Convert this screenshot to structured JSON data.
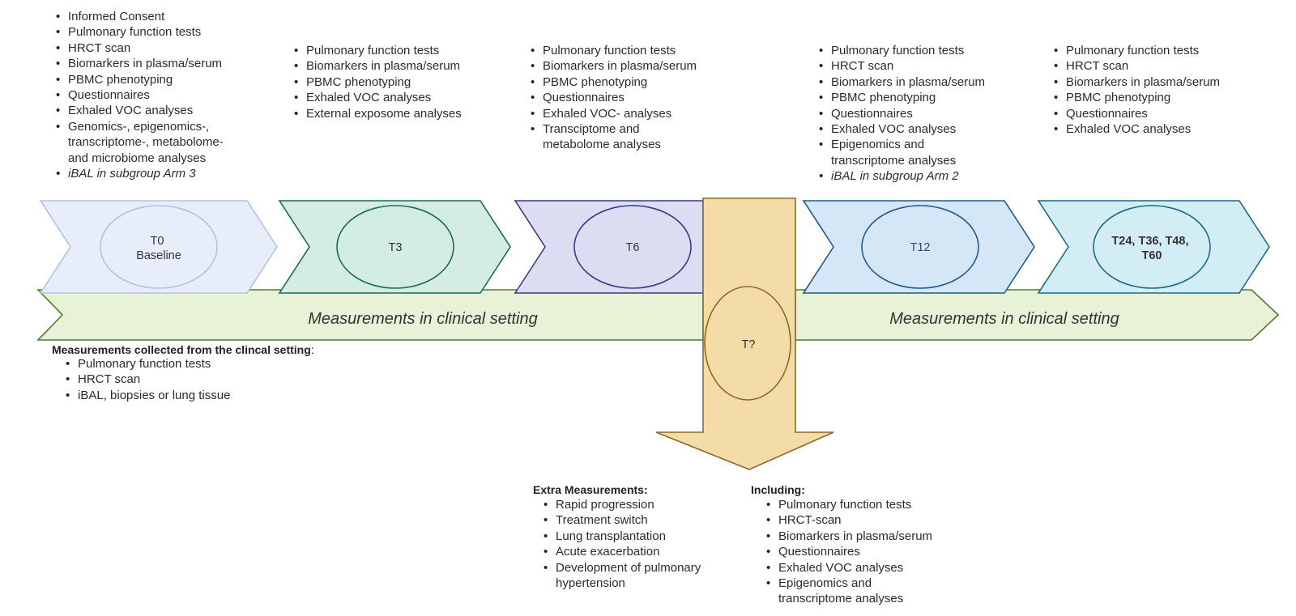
{
  "timepoints": [
    {
      "id": "t0",
      "label_lines": [
        "T0",
        "Baseline"
      ],
      "items": [
        {
          "text": "Informed Consent"
        },
        {
          "text": "Pulmonary function tests"
        },
        {
          "text": "HRCT scan"
        },
        {
          "text": "Biomarkers in plasma/serum"
        },
        {
          "text": "PBMC phenotyping"
        },
        {
          "text": "Questionnaires"
        },
        {
          "text": "Exhaled VOC analyses"
        },
        {
          "text": "Genomics-, epigenomics-,"
        },
        {
          "text": "transcriptome-,  metabolome-",
          "cont": true
        },
        {
          "text": "and microbiome analyses",
          "cont": true
        },
        {
          "text": "iBAL in subgroup Arm 3",
          "italic": true
        }
      ]
    },
    {
      "id": "t3",
      "label_lines": [
        "T3"
      ],
      "items": [
        {
          "text": "Pulmonary function tests"
        },
        {
          "text": "Biomarkers in plasma/serum"
        },
        {
          "text": "PBMC phenotyping"
        },
        {
          "text": "Exhaled VOC analyses"
        },
        {
          "text": "External exposome analyses"
        }
      ]
    },
    {
      "id": "t6",
      "label_lines": [
        "T6"
      ],
      "items": [
        {
          "text": "Pulmonary function tests"
        },
        {
          "text": "Biomarkers in plasma/serum"
        },
        {
          "text": "PBMC phenotyping"
        },
        {
          "text": "Questionnaires"
        },
        {
          "text": "Exhaled VOC- analyses"
        },
        {
          "text": "Transciptome and"
        },
        {
          "text": "metabolome analyses",
          "cont": true
        }
      ]
    },
    {
      "id": "t12",
      "label_lines": [
        "T12"
      ],
      "items": [
        {
          "text": "Pulmonary function tests"
        },
        {
          "text": "HRCT scan"
        },
        {
          "text": "Biomarkers in plasma/serum"
        },
        {
          "text": "PBMC phenotyping"
        },
        {
          "text": "Questionnaires"
        },
        {
          "text": "Exhaled VOC analyses"
        },
        {
          "text": "Epigenomics and"
        },
        {
          "text": "transcriptome analyses",
          "cont": true
        },
        {
          "text": "iBAL in subgroup Arm 2",
          "italic": true
        }
      ]
    },
    {
      "id": "t24",
      "label_lines": [
        "T24, T36, T48,",
        "T60"
      ],
      "items": [
        {
          "text": "Pulmonary function tests"
        },
        {
          "text": "HRCT scan"
        },
        {
          "text": "Biomarkers in plasma/serum"
        },
        {
          "text": "PBMC phenotyping"
        },
        {
          "text": "Questionnaires"
        },
        {
          "text": "Exhaled VOC analyses"
        }
      ]
    }
  ],
  "clinical_bar": {
    "label_left": "Measurements in clinical setting",
    "label_right": "Measurements in clinical setting"
  },
  "extra_timepoint": {
    "label": "T?"
  },
  "clinical_collected": {
    "title": "Measurements collected from the clincal setting",
    "title_suffix": ":",
    "items": [
      {
        "text": "Pulmonary function tests"
      },
      {
        "text": "HRCT scan"
      },
      {
        "text": "iBAL, biopsies or lung tissue"
      }
    ]
  },
  "extra_measurements": {
    "title": "Extra Measurements:",
    "items": [
      {
        "text": "Rapid progression"
      },
      {
        "text": "Treatment switch"
      },
      {
        "text": "Lung transplantation"
      },
      {
        "text": "Acute exacerbation"
      },
      {
        "text": "Development of pulmonary"
      },
      {
        "text": "hypertension",
        "cont": true
      }
    ]
  },
  "including": {
    "title": "Including:",
    "items": [
      {
        "text": "Pulmonary function tests"
      },
      {
        "text": "HRCT-scan"
      },
      {
        "text": "Biomarkers in plasma/serum"
      },
      {
        "text": "Questionnaires"
      },
      {
        "text": "Exhaled VOC analyses"
      },
      {
        "text": "Epigenomics and"
      },
      {
        "text": "transcriptome analyses",
        "cont": true
      }
    ]
  },
  "colors": {
    "t0_fill": "#e8eef9",
    "t0_stroke": "#b3c1e3",
    "t3_fill": "#d3ece4",
    "t3_stroke": "#1d6b54",
    "t6_fill": "#dcdcf3",
    "t6_stroke": "#3a3a85",
    "t12_fill": "#d5e6f6",
    "t12_stroke": "#245a8c",
    "t24_fill": "#d3edf4",
    "t24_stroke": "#1e6a82",
    "bar_fill": "#e7f2d6",
    "bar_stroke": "#4e7a2e",
    "arrow_fill": "#f4dca8",
    "arrow_stroke": "#8a6a2a"
  }
}
